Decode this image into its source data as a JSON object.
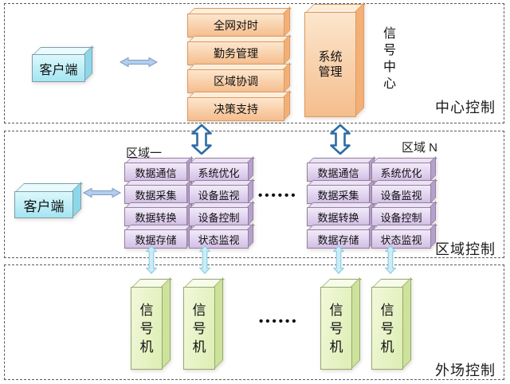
{
  "diagram": {
    "central": {
      "section_label": "中心控制",
      "client": "客户端",
      "modules": [
        "全网对时",
        "勤务管理",
        "区域协调",
        "决策支持"
      ],
      "side_module": "系统管理",
      "vertical_title": "信号中心"
    },
    "regional": {
      "section_label": "区域控制",
      "client": "客户端",
      "ellipsis": "••••••",
      "groups": [
        {
          "title": "区域一",
          "left": [
            "数据通信",
            "数据采集",
            "数据转换",
            "数据存储"
          ],
          "right": [
            "系统优化",
            "设备监视",
            "设备控制",
            "状态监视"
          ]
        },
        {
          "title": "区域 N",
          "left": [
            "数据通信",
            "数据采集",
            "数据转换",
            "数据存储"
          ],
          "right": [
            "系统优化",
            "设备监视",
            "设备控制",
            "状态监视"
          ]
        }
      ]
    },
    "field": {
      "section_label": "外场控制",
      "ellipsis": "••••••",
      "signals": [
        "信号机",
        "信号机",
        "信号机",
        "信号机"
      ]
    },
    "colors": {
      "central_module_fill": "#f5bd8d",
      "regional_module_fill": "#d2bfe5",
      "client_fill": "#a5e5f1",
      "signal_fill": "#ddeeb3",
      "major_arrow_stroke": "#2e6ca3",
      "minor_arrow_fill": "#cdecf7",
      "client_arrow_fill": "#b3cdec",
      "section_border": "#5a5a5a"
    }
  }
}
